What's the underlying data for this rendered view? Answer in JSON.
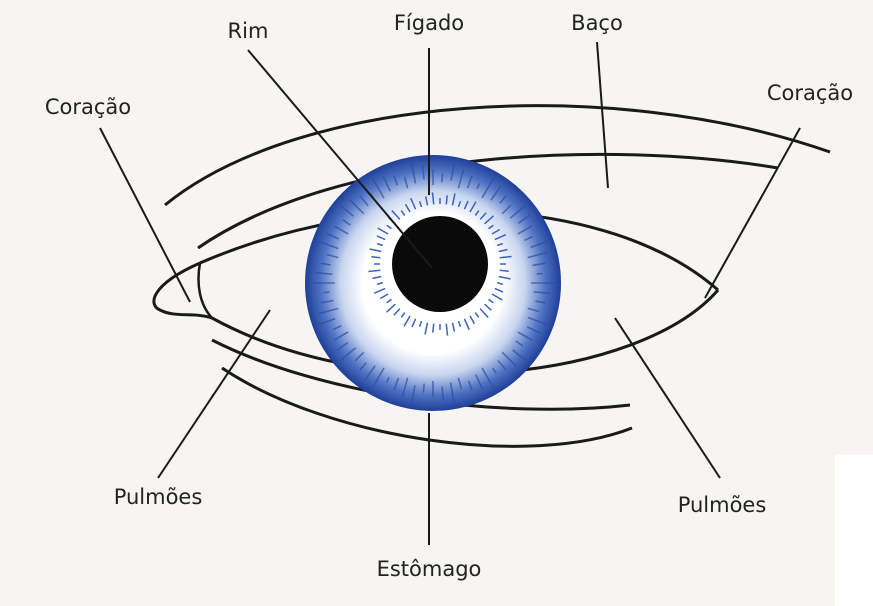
{
  "diagram": {
    "labels": {
      "rim": "Rim",
      "figado": "Fígado",
      "baco": "Baço",
      "coracao_left": "Coração",
      "coracao_right": "Coração",
      "pulmoes_left": "Pulmões",
      "pulmoes_right": "Pulmões",
      "estomago": "Estômago"
    },
    "colors": {
      "iris_outer": "#2a4fa8",
      "iris_inner": "#ffffff",
      "pupil": "#0a0a0a",
      "line": "#1a1a1a",
      "background": "#f6f5f2"
    }
  }
}
